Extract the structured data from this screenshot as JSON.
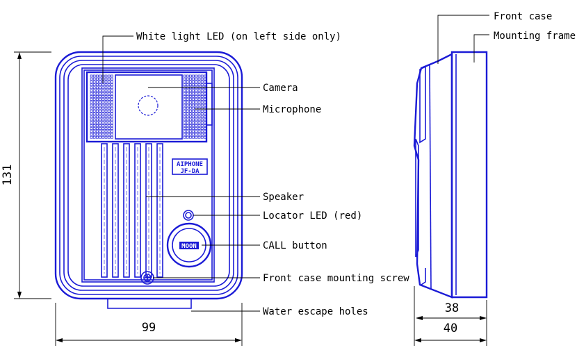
{
  "callouts": {
    "white_light_led": "White light LED (on left side only)",
    "camera": "Camera",
    "microphone": "Microphone",
    "speaker": "Speaker",
    "locator_led": "Locator LED (red)",
    "call_button": "CALL button",
    "front_case_screw": "Front case mounting screw",
    "water_escape_holes": "Water escape holes",
    "front_case": "Front case",
    "mounting_frame": "Mounting frame"
  },
  "dimensions": {
    "height": "131",
    "width": "99",
    "depth_case": "38",
    "depth_total": "40"
  },
  "device_text": {
    "brand": "AIPHONE",
    "model": "JF-DA",
    "button_text": "MOON"
  },
  "colors": {
    "device_outline": "#1b1bd6",
    "dimension_lines": "#000000"
  }
}
